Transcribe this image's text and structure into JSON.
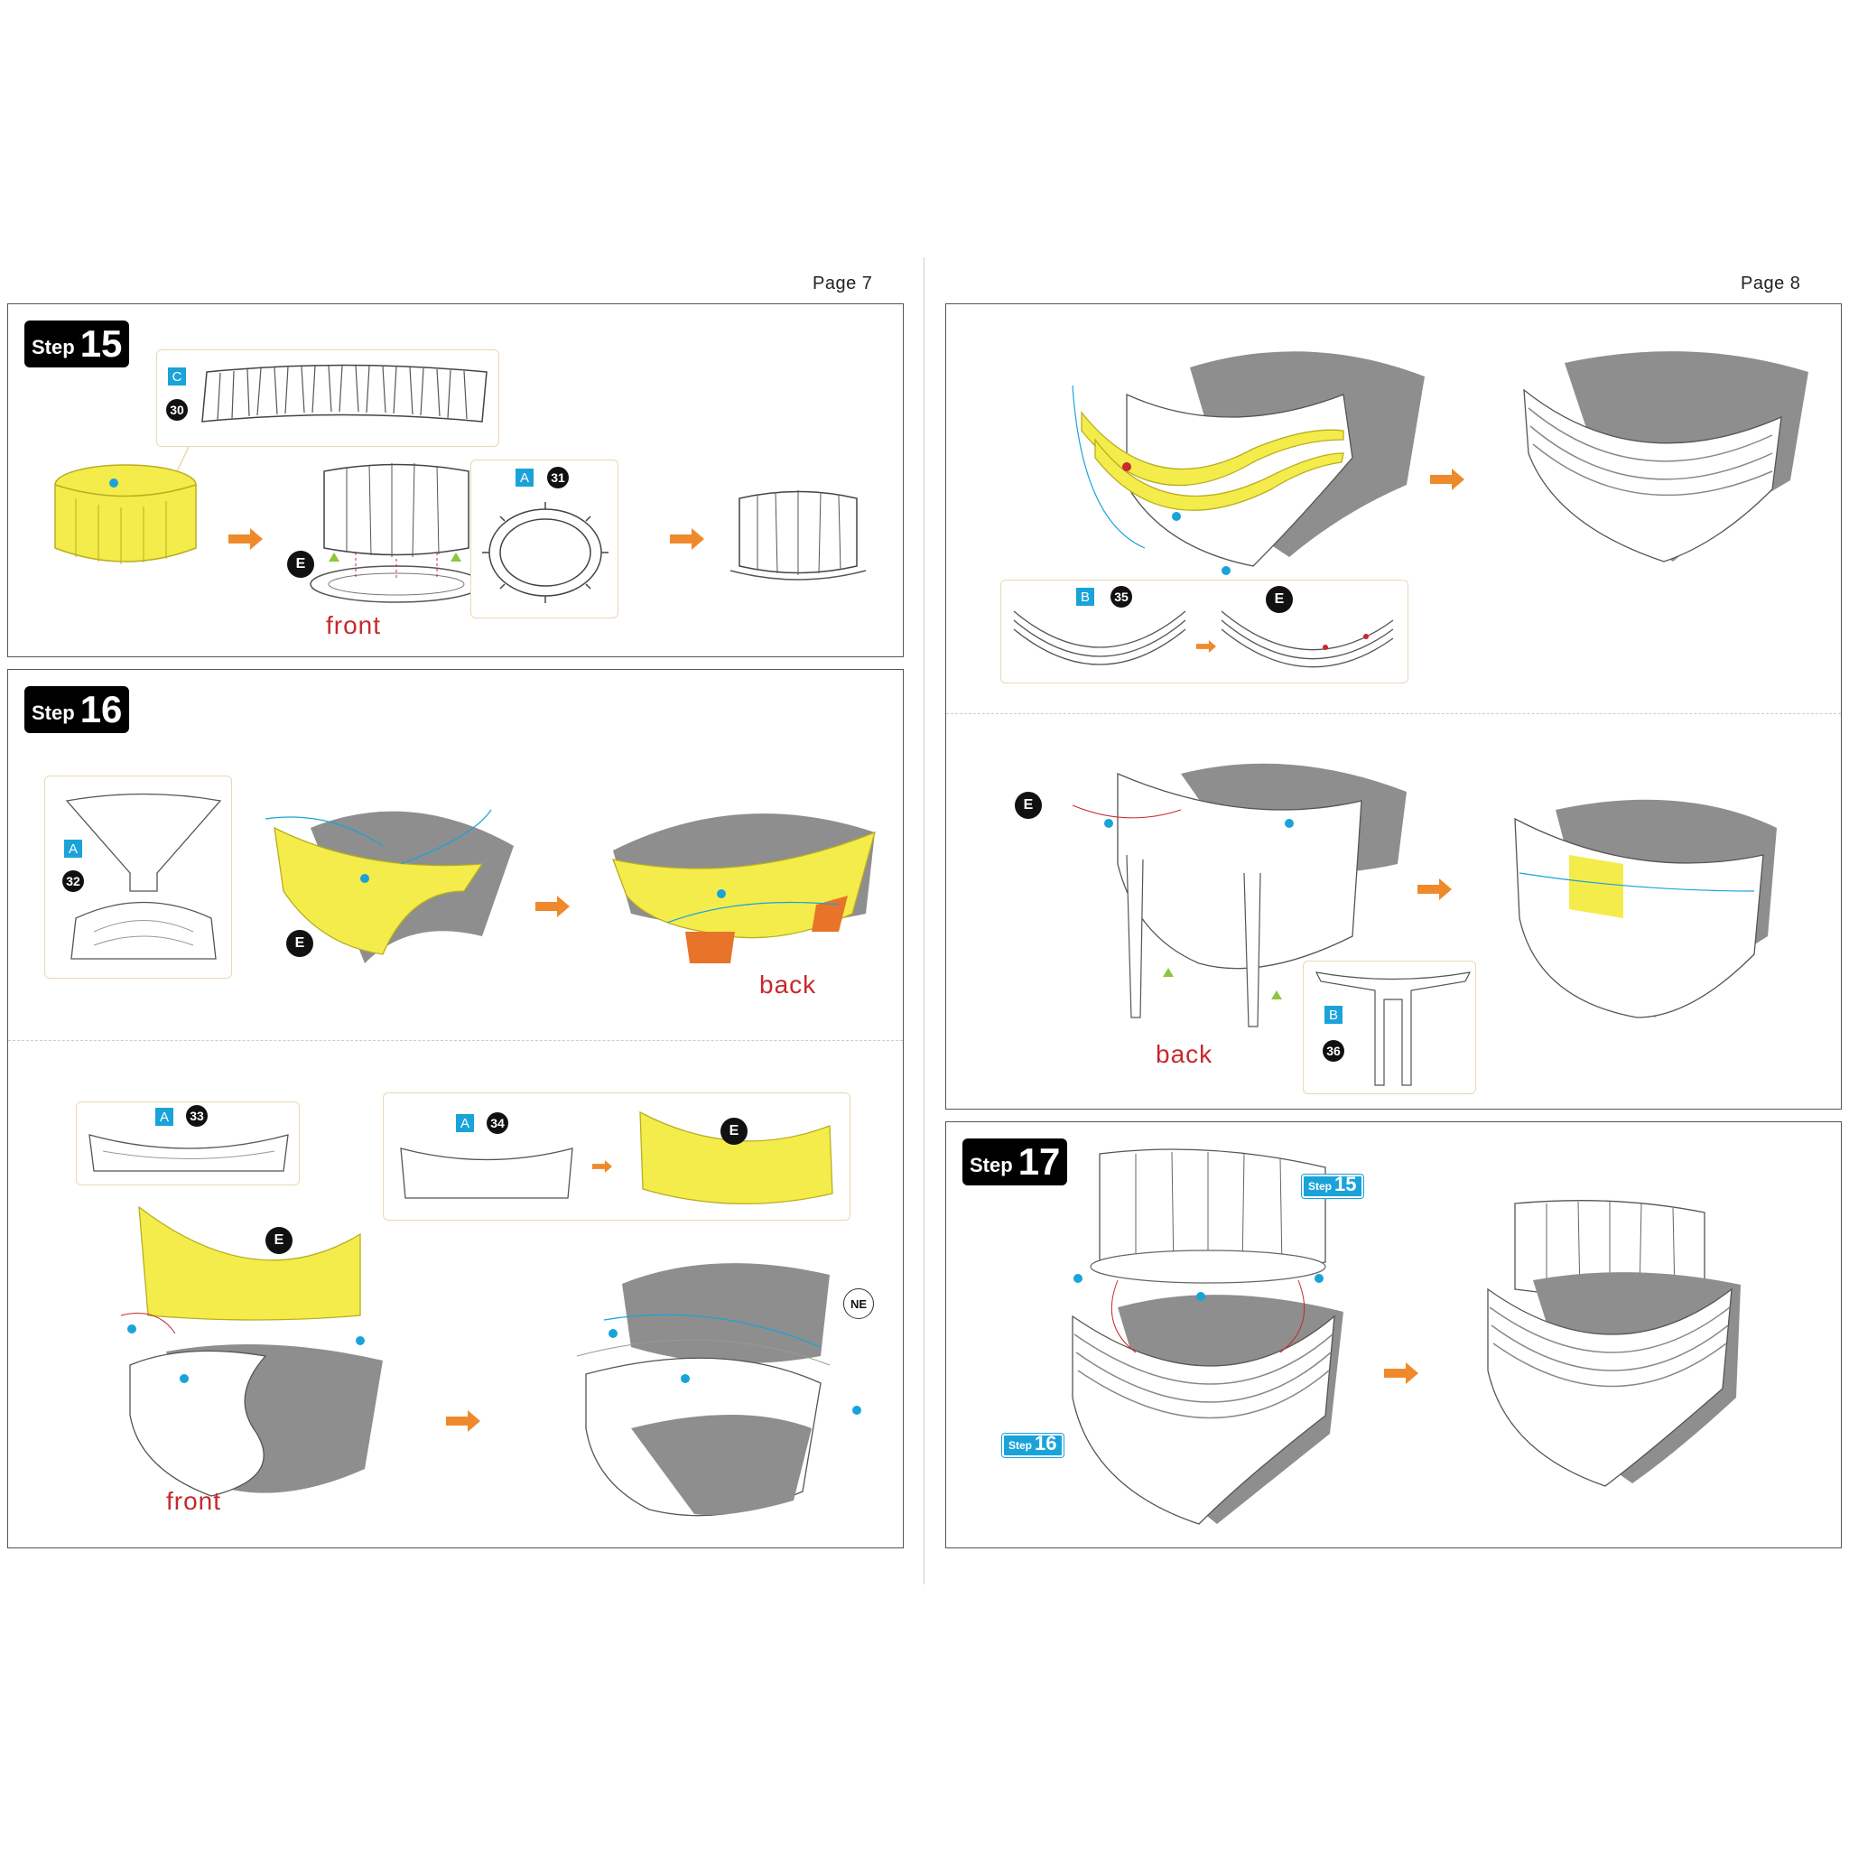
{
  "pages": {
    "left": "Page 7",
    "right": "Page 8"
  },
  "step_word": "Step",
  "steps": {
    "s15": "15",
    "s16": "16",
    "s17": "17"
  },
  "labels": {
    "front": "front",
    "back": "back",
    "e": "E",
    "ne": "NE"
  },
  "parts": {
    "p30": {
      "sheet": "C",
      "num": "30"
    },
    "p31": {
      "sheet": "A",
      "num": "31"
    },
    "p32": {
      "sheet": "A",
      "num": "32"
    },
    "p33": {
      "sheet": "A",
      "num": "33"
    },
    "p34": {
      "sheet": "A",
      "num": "34"
    },
    "p35": {
      "sheet": "B",
      "num": "35"
    },
    "p36": {
      "sheet": "B",
      "num": "36"
    }
  },
  "colors": {
    "highlight": "#f4ec4a",
    "orange_tab": "#e8742a",
    "arrow": "#ef8a2c",
    "sheet_tag": "#1aa3d9",
    "label_red": "#c8282e",
    "part_gray": "#9a9a9a"
  },
  "icons": [
    "arrow-right-icon",
    "glue-dot-icon",
    "alignment-triangle-icon"
  ]
}
